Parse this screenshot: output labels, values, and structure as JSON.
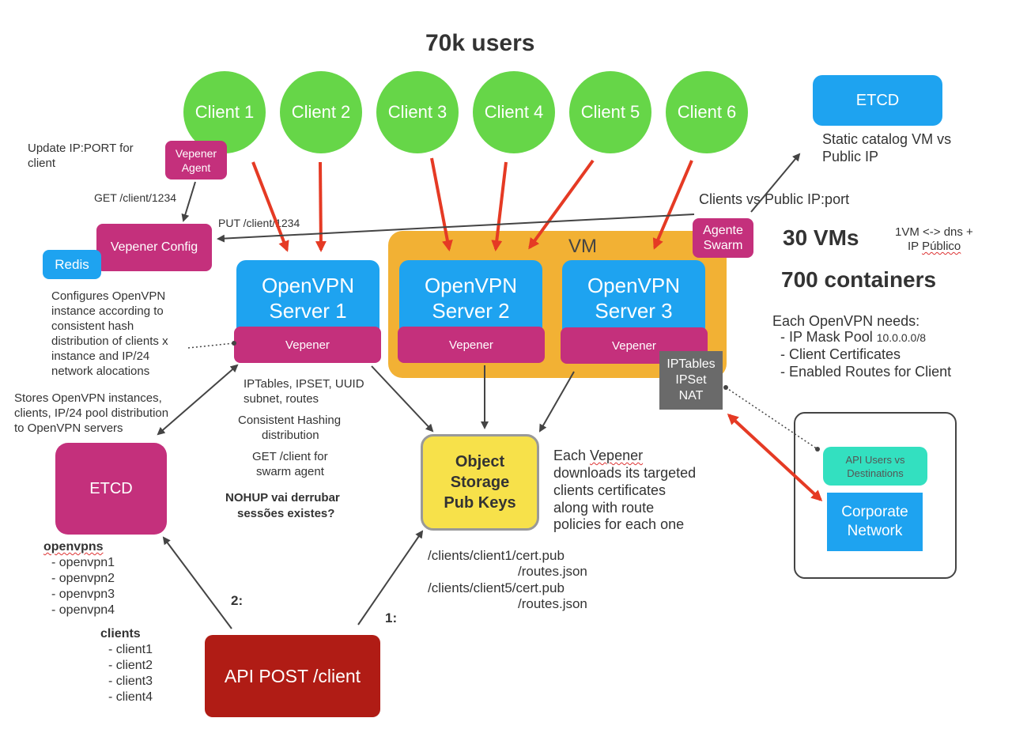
{
  "title": "70k users",
  "clients": [
    "Client 1",
    "Client 2",
    "Client 3",
    "Client 4",
    "Client 5",
    "Client 6"
  ],
  "etcd_top": {
    "label": "ETCD",
    "caption_line1": "Static catalog VM vs",
    "caption_line2": "Public IP"
  },
  "clients_vs_public": "Clients vs Public IP:port",
  "agente_swarm": {
    "line1": "Agente",
    "line2": "Swarm"
  },
  "vm_label": "VM",
  "stats": {
    "vms": "30 VMs",
    "containers": "700 containers",
    "dns_line1": "1VM <-> dns +",
    "dns_line2_prefix": "IP ",
    "dns_line2_word": "Público"
  },
  "needs": {
    "heading": "Each OpenVPN needs:",
    "item1_prefix": "- IP Mask Pool ",
    "item1_value": "10.0.0.0/8",
    "item2": "- Client Certificates",
    "item3": "- Enabled Routes for Client"
  },
  "update_note": {
    "line1": "Update IP:PORT for",
    "line2": "client"
  },
  "vepener_agent": {
    "line1": "Vepener",
    "line2": "Agent"
  },
  "get_client": "GET /client/1234",
  "put_client": "PUT /client/1234",
  "vepener_config": "Vepener Config",
  "redis": "Redis",
  "config_note": [
    "Configures OpenVPN",
    "instance according to",
    "consistent hash",
    "distribution of clients x",
    "instance and IP/24",
    "network alocations"
  ],
  "servers": [
    {
      "line1": "OpenVPN",
      "line2": "Server 1",
      "vepener": "Vepener"
    },
    {
      "line1": "OpenVPN",
      "line2": "Server 2",
      "vepener": "Vepener"
    },
    {
      "line1": "OpenVPN",
      "line2": "Server 3",
      "vepener": "Vepener"
    }
  ],
  "iptables": {
    "line1": "IPTables",
    "line2": "IPSet",
    "line3": "NAT"
  },
  "etcd_store_note": [
    "Stores OpenVPN instances,",
    "clients, IP/24 pool distribution",
    "to OpenVPN servers"
  ],
  "server1_notes": {
    "iptables_line1": "IPTables, IPSET, UUID",
    "iptables_line2": "subnet, routes",
    "hash_line1": "Consistent Hashing",
    "hash_line2": "distribution",
    "get_line1": "GET /client for",
    "get_line2": "swarm agent",
    "nohup_line1": "NOHUP vai derrubar",
    "nohup_line2": "sessões existes?"
  },
  "object_storage": {
    "line1": "Object",
    "line2": "Storage",
    "line3": "Pub Keys"
  },
  "each_vepener": {
    "line1_prefix": "Each ",
    "line1_word": "Vepener",
    "line2": "downloads its targeted",
    "line3": "clients certificates",
    "line4": "along with route",
    "line5": "policies for each one"
  },
  "paths": {
    "p1": "/clients/client1/cert.pub",
    "p2": "/routes.json",
    "p3": "/clients/client5/cert.pub",
    "p4": "/routes.json"
  },
  "etcd_left": "ETCD",
  "openvpns": {
    "heading": "openvpns",
    "items": [
      "- openvpn1",
      "- openvpn2",
      "- openvpn3",
      "- openvpn4"
    ]
  },
  "clients_list": {
    "heading": "clients",
    "items": [
      "- client1",
      "- client2",
      "- client3",
      "- client4"
    ]
  },
  "step1": "1:",
  "step2": "2:",
  "api_post": "API POST /client",
  "api_users": {
    "line1": "API Users vs",
    "line2": "Destinations"
  },
  "corporate": {
    "line1": "Corporate",
    "line2": "Network"
  },
  "colors": {
    "client": "#66d648",
    "magenta": "#c4307c",
    "blue": "#1ea3f0",
    "vm": "#f2b134",
    "storage": "#f7e14a",
    "api": "#b01c15",
    "teal": "#33e0c0",
    "gray": "#6a6a6a",
    "red_arrow": "#e53a24"
  }
}
